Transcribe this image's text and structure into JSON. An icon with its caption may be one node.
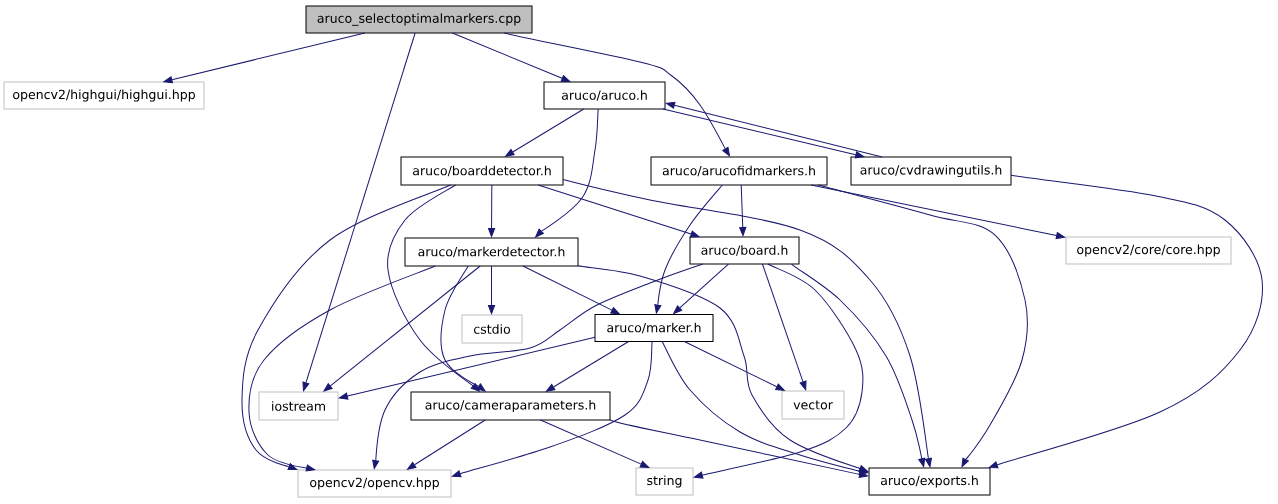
{
  "diagram": {
    "nodes": [
      {
        "text": [
          "aruco_selectoptimalmarkers.cpp"
        ]
      },
      {
        "text": [
          "opencv2/highgui/highgui.hpp"
        ]
      },
      {
        "text": [
          "aruco/aruco.h"
        ]
      },
      {
        "text": [
          "aruco/boarddetector.h"
        ]
      },
      {
        "text": [
          "aruco/arucofidmarkers.h"
        ]
      },
      {
        "text": [
          "aruco/cvdrawingutils.h"
        ]
      },
      {
        "text": [
          "aruco/markerdetector.h"
        ]
      },
      {
        "text": [
          "aruco/board.h"
        ]
      },
      {
        "text": [
          "opencv2/core/core.hpp"
        ]
      },
      {
        "text": [
          "cstdio"
        ]
      },
      {
        "text": [
          "aruco/marker.h"
        ]
      },
      {
        "text": [
          "iostream"
        ]
      },
      {
        "text": [
          "aruco/cameraparameters.h"
        ]
      },
      {
        "text": [
          "vector"
        ]
      },
      {
        "text": [
          "opencv2/opencv.hpp"
        ]
      },
      {
        "text": [
          "string"
        ]
      },
      {
        "text": [
          "aruco/exports.h"
        ]
      }
    ],
    "edges": [
      {
        "from": 0,
        "to": 1,
        "arrow": "to"
      },
      {
        "from": 0,
        "to": 11,
        "arrow": "to"
      },
      {
        "from": 0,
        "to": 2,
        "arrow": "to"
      },
      {
        "from": 0,
        "to": 4,
        "arrow": "to"
      },
      {
        "from": 2,
        "to": 3,
        "arrow": "to"
      },
      {
        "from": 2,
        "to": 6,
        "arrow": "to"
      },
      {
        "from": 2,
        "to": 5,
        "arrow": "to"
      },
      {
        "from": 3,
        "to": 6,
        "arrow": "to"
      },
      {
        "from": 3,
        "to": 7,
        "arrow": "to"
      },
      {
        "from": 3,
        "to": 14,
        "arrow": "to"
      },
      {
        "from": 3,
        "to": 12,
        "arrow": "to"
      },
      {
        "from": 3,
        "to": 16,
        "arrow": "to"
      },
      {
        "from": 4,
        "to": 7,
        "arrow": "to"
      },
      {
        "from": 4,
        "to": 10,
        "arrow": "to"
      },
      {
        "from": 4,
        "to": 8,
        "arrow": "to"
      },
      {
        "from": 4,
        "to": 16,
        "arrow": "to"
      },
      {
        "from": 5,
        "to": 2,
        "arrow": "to"
      },
      {
        "from": 5,
        "to": 16,
        "arrow": "to"
      },
      {
        "from": 6,
        "to": 9,
        "arrow": "to"
      },
      {
        "from": 6,
        "to": 10,
        "arrow": "to"
      },
      {
        "from": 6,
        "to": 11,
        "arrow": "to"
      },
      {
        "from": 6,
        "to": 12,
        "arrow": "to"
      },
      {
        "from": 6,
        "to": 14,
        "arrow": "to"
      },
      {
        "from": 6,
        "to": 16,
        "arrow": "to"
      },
      {
        "from": 7,
        "to": 10,
        "arrow": "to"
      },
      {
        "from": 7,
        "to": 14,
        "arrow": "to"
      },
      {
        "from": 7,
        "to": 13,
        "arrow": "to"
      },
      {
        "from": 7,
        "to": 15,
        "arrow": "to"
      },
      {
        "from": 7,
        "to": 16,
        "arrow": "to"
      },
      {
        "from": 10,
        "to": 11,
        "arrow": "to"
      },
      {
        "from": 10,
        "to": 12,
        "arrow": "to"
      },
      {
        "from": 10,
        "to": 14,
        "arrow": "to"
      },
      {
        "from": 10,
        "to": 13,
        "arrow": "to"
      },
      {
        "from": 10,
        "to": 16,
        "arrow": "to"
      },
      {
        "from": 12,
        "to": 14,
        "arrow": "to"
      },
      {
        "from": 12,
        "to": 15,
        "arrow": "to"
      },
      {
        "from": 12,
        "to": 16,
        "arrow": "to"
      }
    ]
  }
}
